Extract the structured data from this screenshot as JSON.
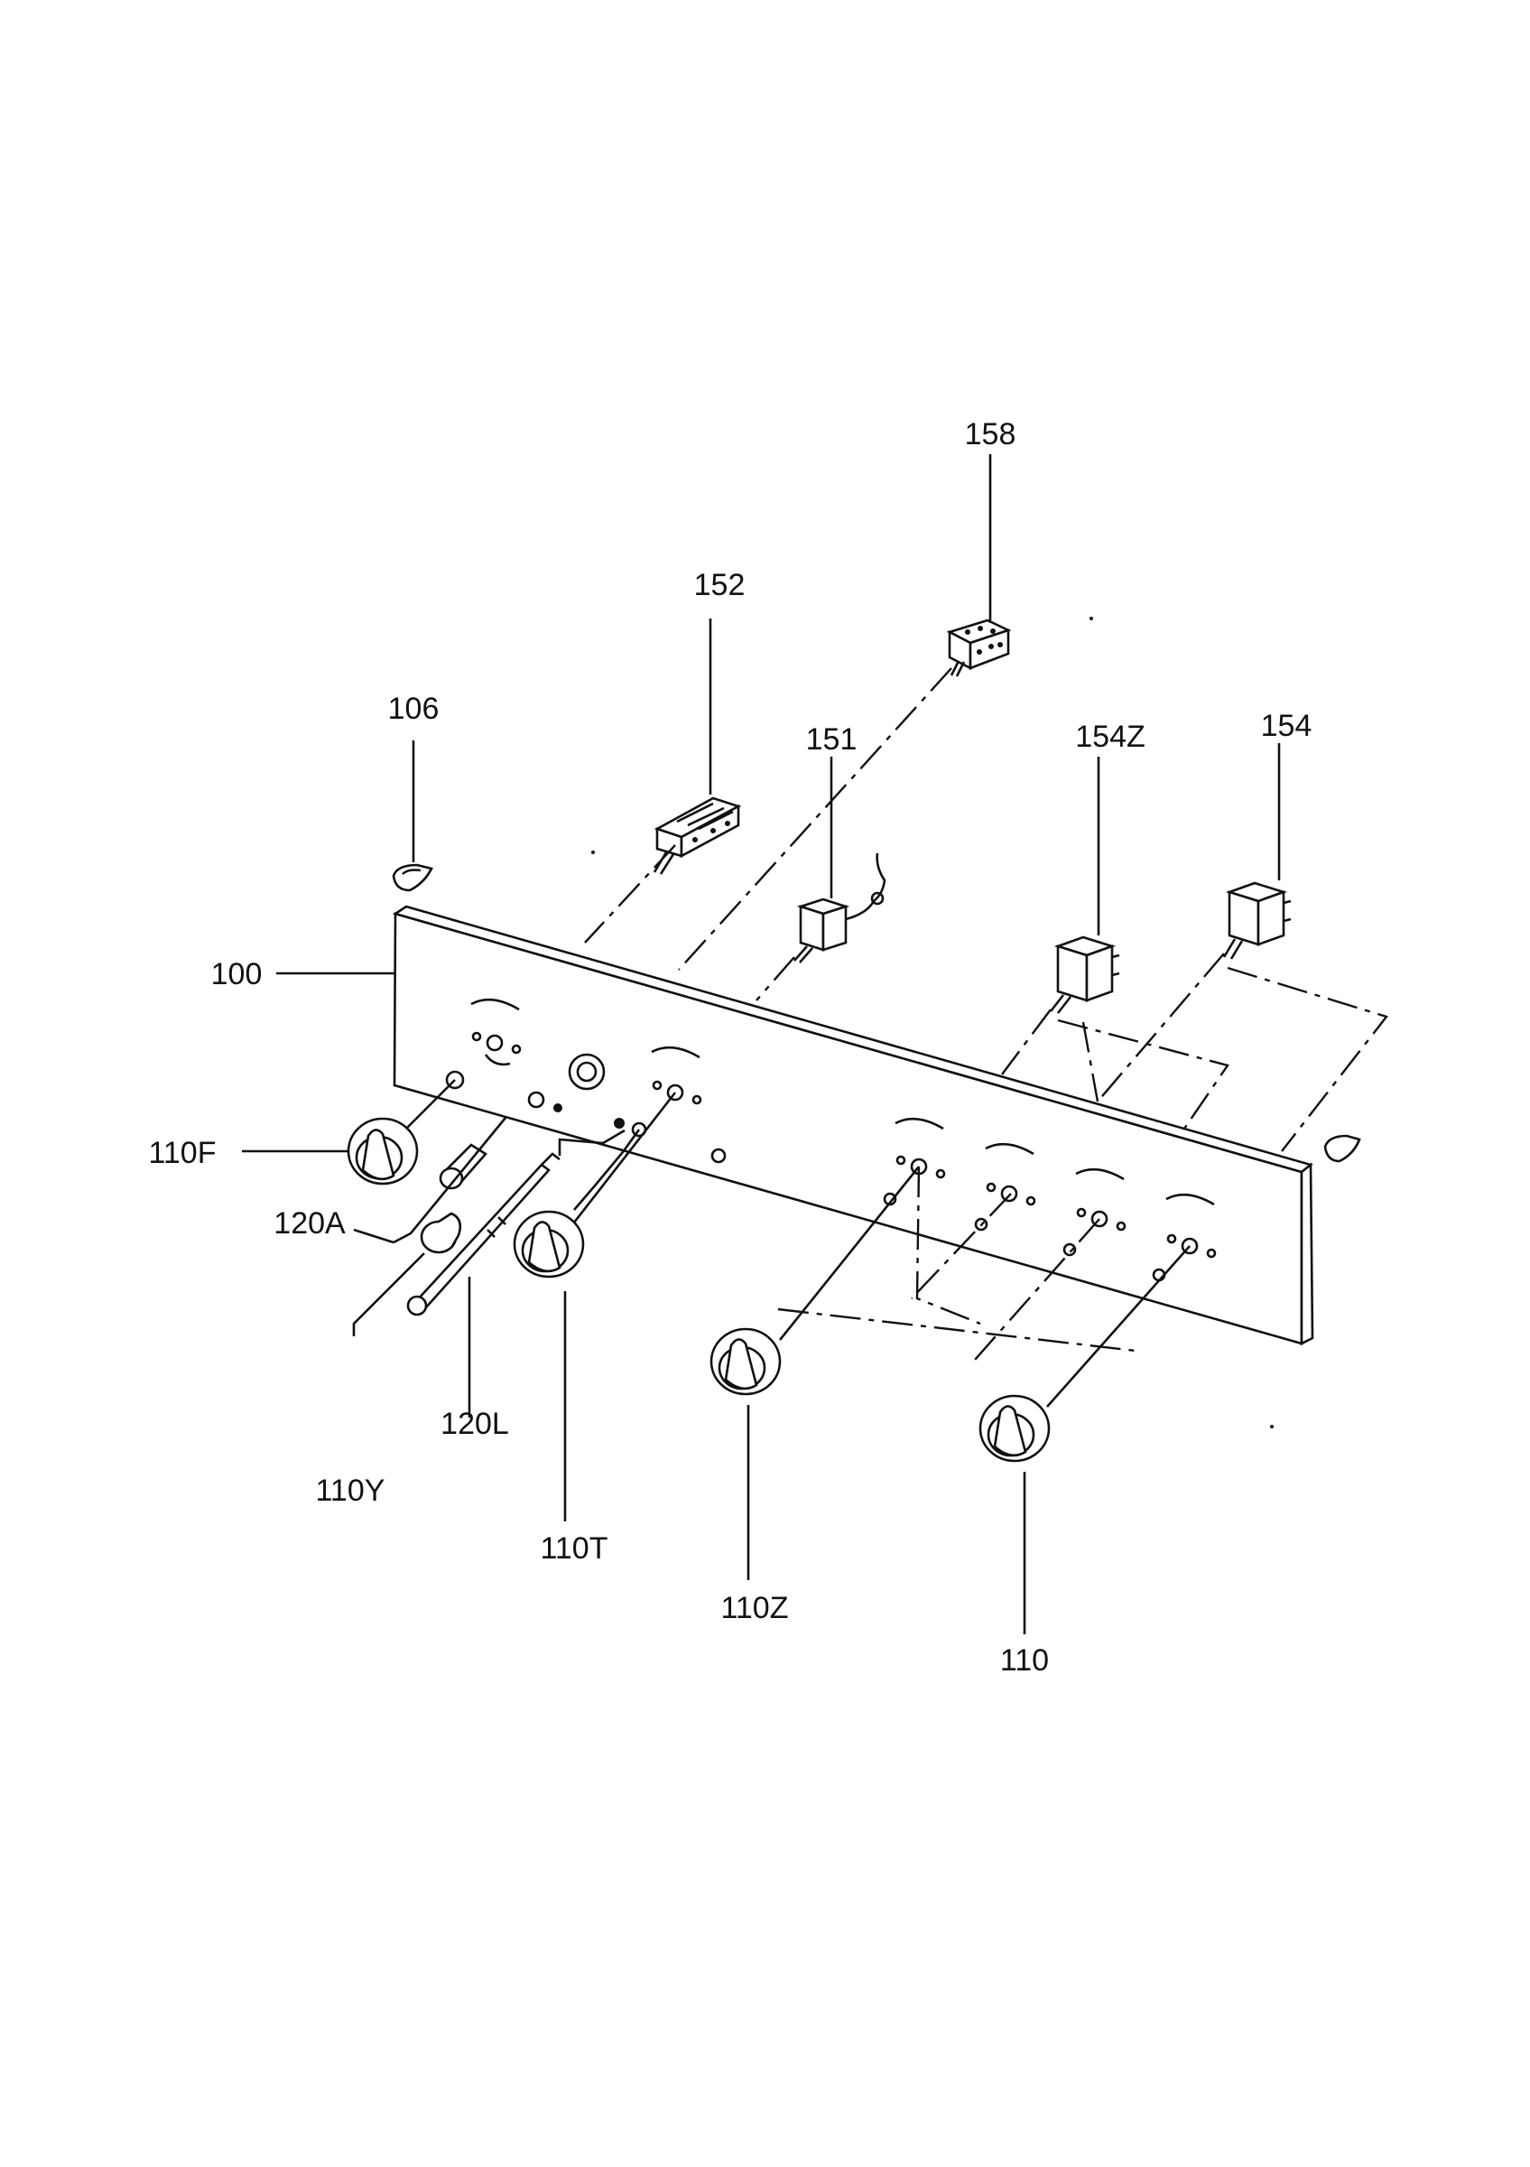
{
  "callouts": {
    "c158": "158",
    "c152": "152",
    "c106": "106",
    "c151": "151",
    "c154z": "154Z",
    "c154": "154",
    "c100": "100",
    "c110f": "110F",
    "c120a": "120A",
    "c110y": "110Y",
    "c120l": "120L",
    "c110t": "110T",
    "c110z": "110Z",
    "c110": "110"
  },
  "colors": {
    "ink": "#111111",
    "paper": "#ffffff"
  }
}
